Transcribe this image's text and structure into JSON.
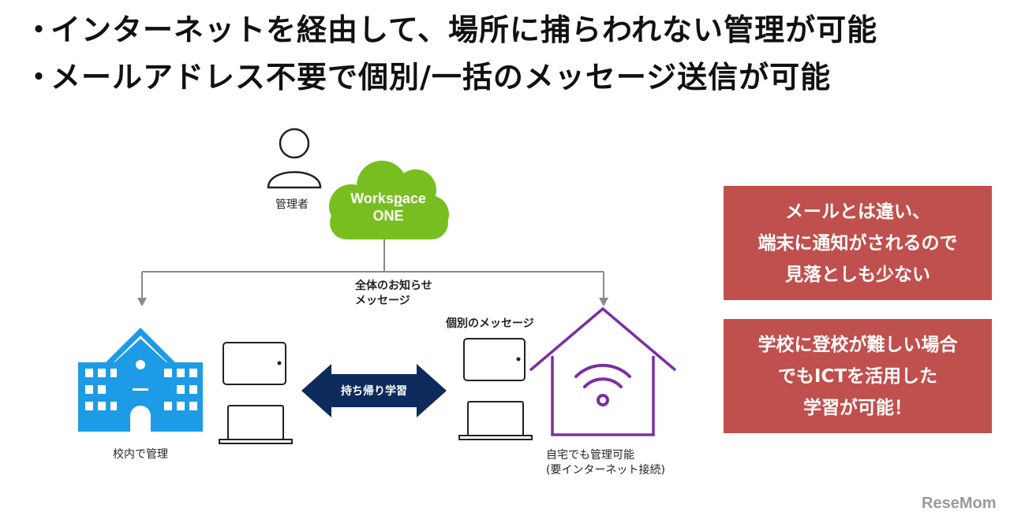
{
  "bullets": [
    "インターネットを経由して、場所に捕らわれない管理が可能",
    "メールアドレス不要で個別/一括のメッセージ送信が可能"
  ],
  "bullet_marker": "・",
  "diagram": {
    "admin_label": "管理者",
    "cloud_line1": "Workspace",
    "cloud_line2": "ONE",
    "broadcast_line1": "全体のお知らせ",
    "broadcast_line2": "メッセージ",
    "individual_label": "個別のメッセージ",
    "arrow_label": "持ち帰り学習",
    "school_label": "校内で管理",
    "home_line1": "自宅でも管理可能",
    "home_line2": "(要インターネット接続)"
  },
  "notes": [
    {
      "lines": [
        "メールとは違い、",
        "端末に通知がされるので",
        "見落としも少ない"
      ]
    },
    {
      "lines": [
        "学校に登校が難しい場合",
        "でもICTを活用した",
        "学習が可能！"
      ]
    }
  ],
  "watermark": "ReseMom",
  "colors": {
    "cloud": "#78be20",
    "school": "#1e9be6",
    "house": "#7b2fa3",
    "arrow": "#0d2a5c",
    "note_bg": "#c0504d",
    "line": "#888888"
  }
}
